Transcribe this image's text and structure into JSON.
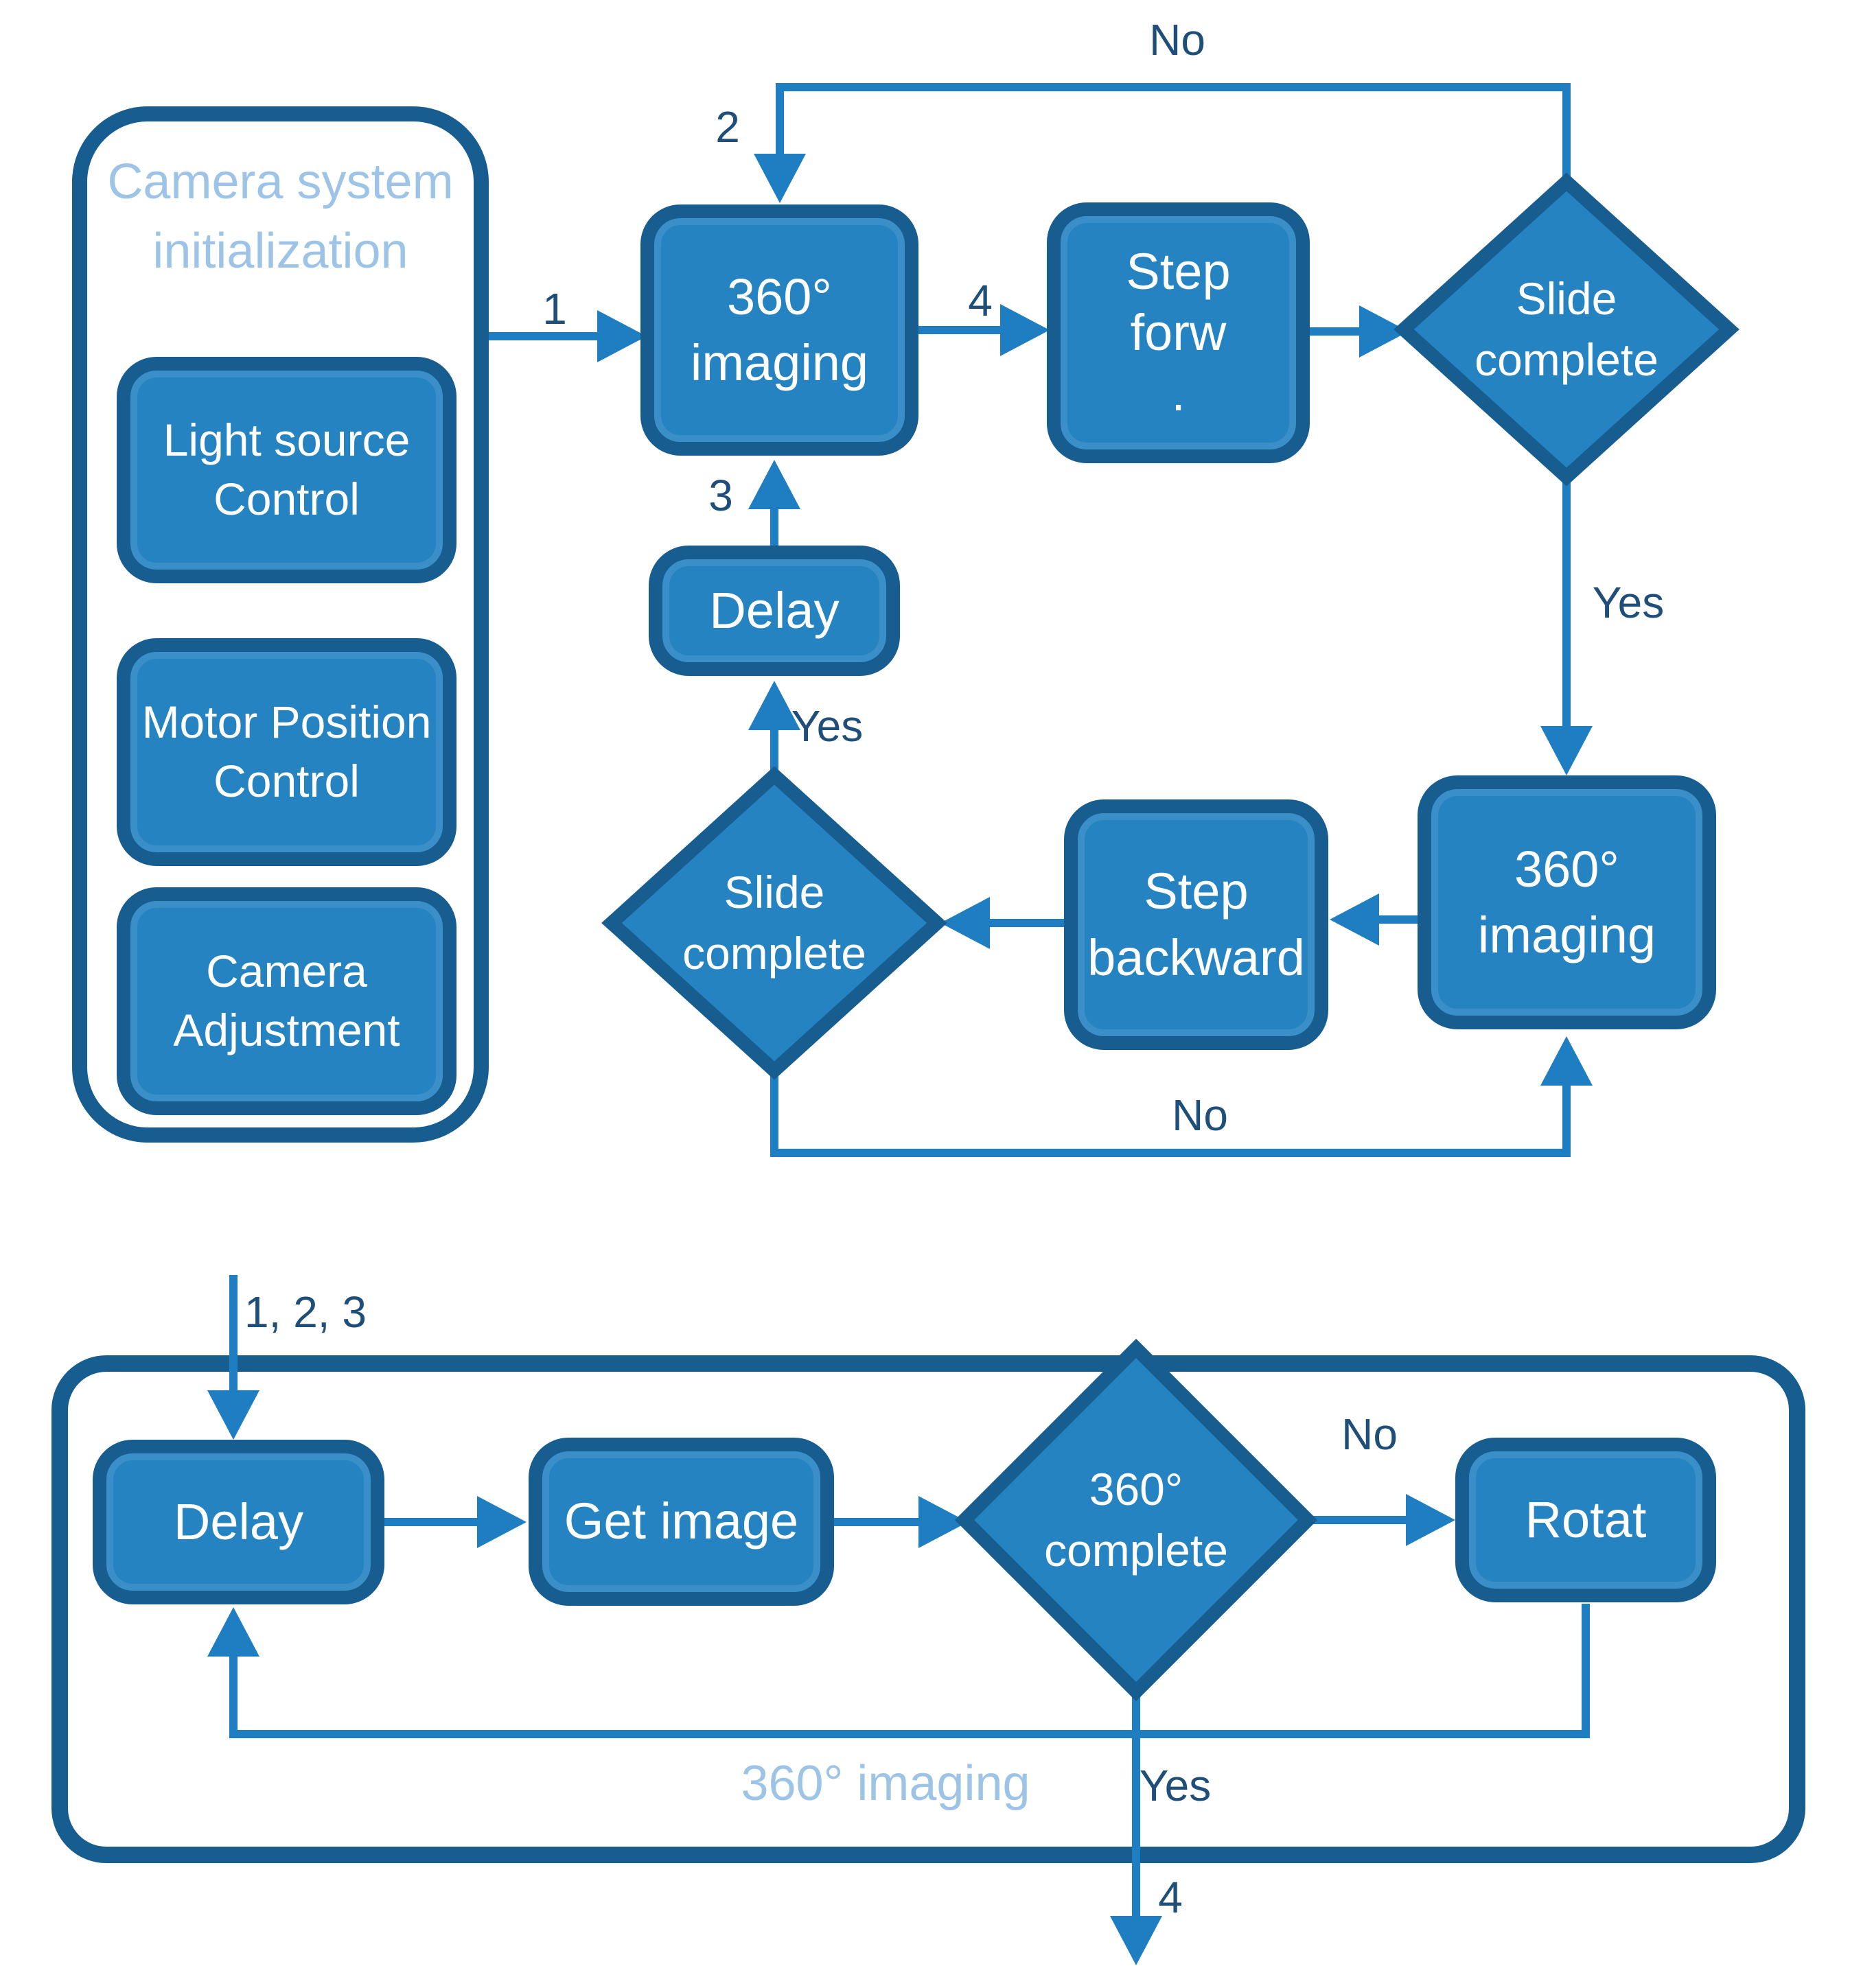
{
  "colors": {
    "node_fill": "#2583C2",
    "node_border": "#175D90",
    "connector": "#1F7EC2",
    "edge_label_text": "#1F4E79",
    "light_label_text": "#9DC3E6",
    "node_text": "#FFFFFF",
    "background": "#FFFFFF"
  },
  "init": {
    "title": "Camera system\ninitialization",
    "light_source": "Light source\nControl",
    "motor_position": "Motor Position\nControl",
    "camera_adjustment": "Camera\nAdjustment"
  },
  "top": {
    "imaging1": "360°\nimaging",
    "step_forward": "Step\nforw\n.",
    "slide_complete1": "Slide\ncomplete",
    "imaging2": "360°\nimaging",
    "step_backward": "Step\nbackward",
    "slide_complete2": "Slide\ncomplete",
    "delay": "Delay",
    "labels": {
      "n1": "1",
      "n2": "2",
      "n3": "3",
      "n4": "4",
      "no_top": "No",
      "yes_right": "Yes",
      "yes_mid": "Yes",
      "no_bottom": "No"
    }
  },
  "bottom": {
    "entry": "1, 2, 3",
    "delay": "Delay",
    "get_image": "Get image",
    "complete360": "360°\ncomplete",
    "rotate": "Rotat",
    "container_label": "360° imaging",
    "labels": {
      "no": "No",
      "yes": "Yes",
      "exit": "4"
    }
  }
}
